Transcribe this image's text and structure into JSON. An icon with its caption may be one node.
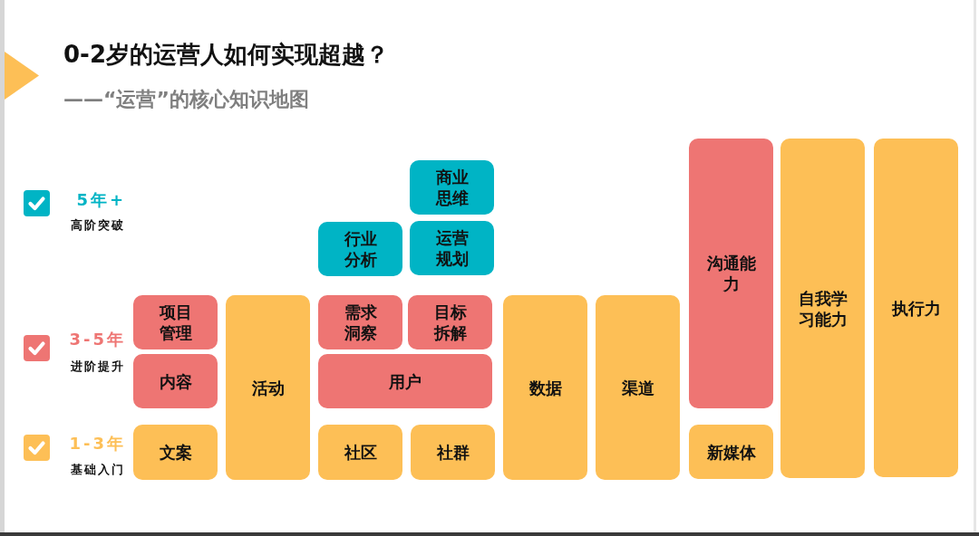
{
  "diagram": {
    "title": "0-2岁的运营人如何实现超越？",
    "nodes": [
      {
        "text": [
          "商业思维"
        ]
      },
      {
        "text": [
          "沟通能力"
        ]
      },
      {
        "text": [
          "自我学习能力"
        ]
      },
      {
        "text": [
          "执行力"
        ]
      },
      {
        "text": [
          "行业分析"
        ]
      },
      {
        "text": [
          "运营规划"
        ]
      },
      {
        "text": [
          "项目管理"
        ]
      },
      {
        "text": [
          "活动"
        ]
      },
      {
        "text": [
          "需求洞察"
        ]
      },
      {
        "text": [
          "目标拆解"
        ]
      },
      {
        "text": [
          "数据"
        ]
      },
      {
        "text": [
          "渠道"
        ]
      },
      {
        "text": [
          "内容"
        ]
      },
      {
        "text": [
          "用户"
        ]
      },
      {
        "text": [
          "文案"
        ]
      },
      {
        "text": [
          "社区"
        ]
      },
      {
        "text": [
          "社群"
        ]
      },
      {
        "text": [
          "新媒体"
        ]
      }
    ],
    "labels": [
      "——“运营”的核心知识地图",
      "高阶突破",
      "进阶提升",
      "基础入门"
    ],
    "legend": [
      {
        "text": "5年+",
        "color": "#00b4c5"
      },
      {
        "text": "3-5年",
        "color": "#ee7573"
      },
      {
        "text": "1-3年",
        "color": "#fdbf56"
      }
    ]
  }
}
